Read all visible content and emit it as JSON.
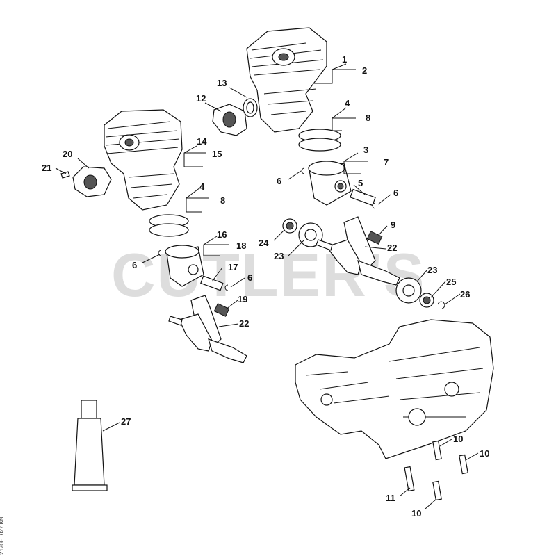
{
  "watermark": "CUTLER'S",
  "doc_code": "2170ET027 KN",
  "callouts": [
    "1",
    "2",
    "13",
    "12",
    "4",
    "8",
    "14",
    "15",
    "20",
    "21",
    "3",
    "7",
    "6",
    "5",
    "6",
    "4",
    "8",
    "9",
    "24",
    "23",
    "22",
    "16",
    "18",
    "6",
    "17",
    "6",
    "23",
    "25",
    "26",
    "19",
    "22",
    "27",
    "10",
    "10",
    "11",
    "10"
  ]
}
